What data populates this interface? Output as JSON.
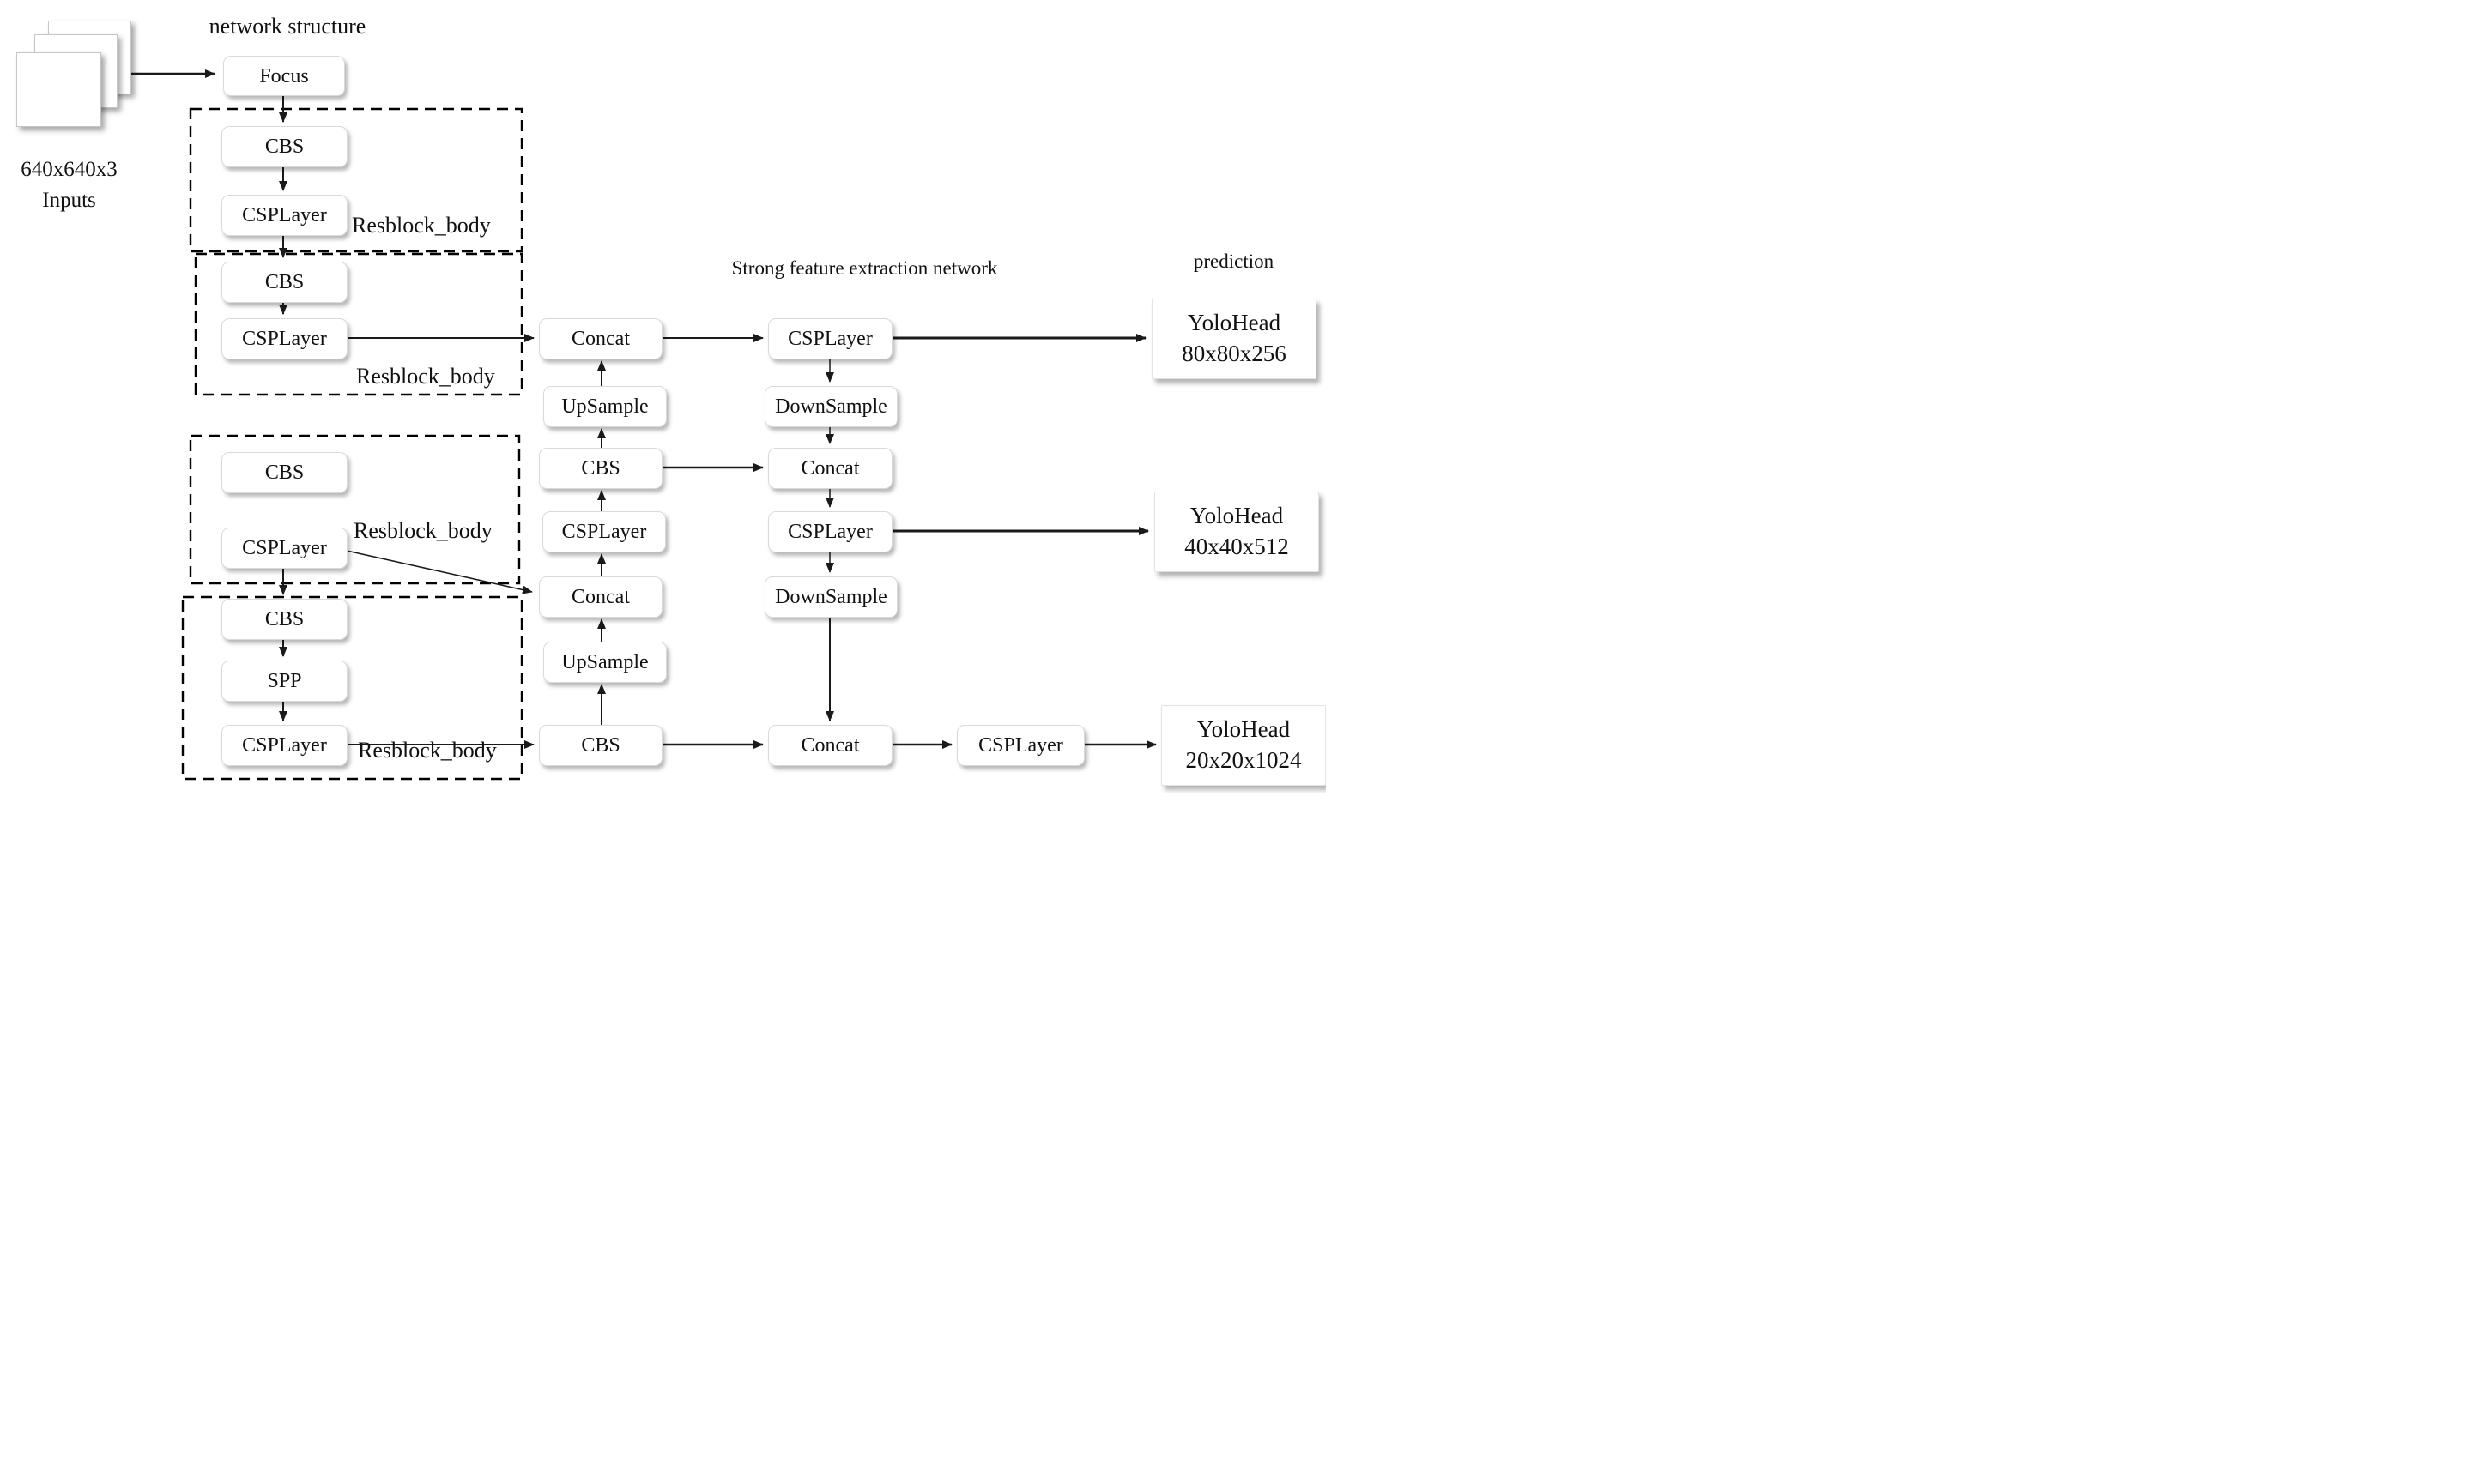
{
  "titles": {
    "network_structure": "network structure",
    "feature_network": "Strong feature extraction network",
    "prediction": "prediction"
  },
  "input": {
    "dims": "640x640x3",
    "label": "Inputs"
  },
  "backbone": {
    "focus": "Focus",
    "resblock_labels": [
      "Resblock_body",
      "Resblock_body",
      "Resblock_body",
      "Resblock_body"
    ],
    "blocks": [
      [
        "CBS",
        "CSPLayer"
      ],
      [
        "CBS",
        "CSPLayer"
      ],
      [
        "CBS",
        "CSPLayer"
      ],
      [
        "CBS",
        "SPP",
        "CSPLayer"
      ]
    ]
  },
  "neck": {
    "mid": [
      "Concat",
      "UpSample",
      "CBS",
      "CSPLayer",
      "Concat",
      "UpSample",
      "CBS"
    ],
    "right": [
      "CSPLayer",
      "DownSample",
      "Concat",
      "CSPLayer",
      "DownSample",
      "Concat",
      "CSPLayer"
    ]
  },
  "heads": [
    {
      "title": "YoloHead",
      "size": "80x80x256"
    },
    {
      "title": "YoloHead",
      "size": "40x40x512"
    },
    {
      "title": "YoloHead",
      "size": "20x20x1024"
    }
  ],
  "colors": {
    "background": "#ffffff",
    "arrow": "#1a1a1a",
    "dashed_outline": "#000000",
    "box_border": "#dadada",
    "text": "#111111"
  }
}
